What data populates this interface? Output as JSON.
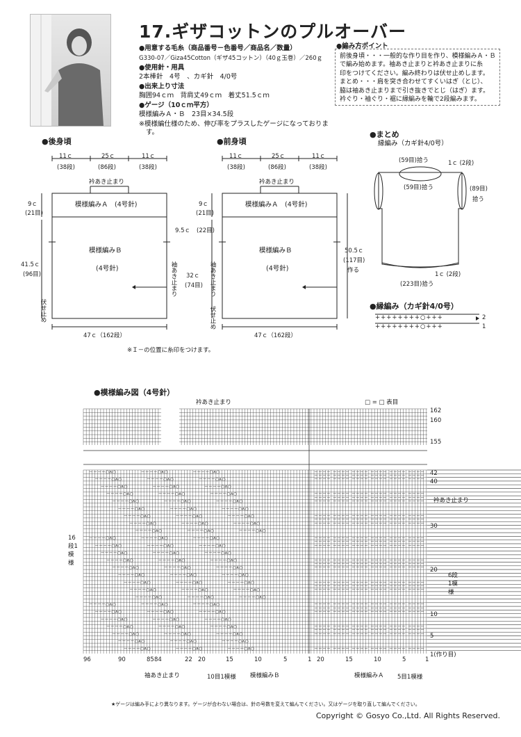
{
  "title": "17.ギザコットンのプルオーバー",
  "yarn": {
    "label": "●用意する毛糸（商品番号－色番号／商品名／数量）",
    "value": "G330-07／Giza45Cotton（ギザ45コットン）（40ｇ玉巻）／260ｇ"
  },
  "tools": {
    "label": "●使用針・用具",
    "value": "2本棒針　4号　、カギ針　4/0号"
  },
  "size": {
    "label": "●出来上り寸法",
    "value": "胸囲94ｃｍ　背肩丈49ｃｍ　着丈51.5ｃｍ"
  },
  "gauge": {
    "label": "●ゲージ（10ｃｍ平方）",
    "value": "模様編みＡ・Ｂ　23目×34.5段",
    "note1": "※模様編仕様のため、伸び率をプラスしたゲージになっておりま",
    "note2": "す。"
  },
  "points": {
    "label": "●編み方ポイント",
    "lines": [
      "前後身頃・・・一般的な作り目を作り、模様編みＡ・Ｂ",
      "で編み始めます。袖あき止まりと衿あき止まりに糸",
      "印をつけてください。編み終わりは伏せ止めします。",
      "まとめ・・・肩を突き合わせてすくいはぎ（とじ）、",
      "脇は袖あき止まりまで引き抜きでとじ（はぎ）ます。",
      "衿ぐり・袖ぐり・裾に縁編みを輪で2段編みます。"
    ]
  },
  "back": {
    "title": "●後身頃",
    "w1": "11ｃ",
    "w1s": "(38段)",
    "w2": "25ｃ",
    "w2s": "(86段)",
    "w3": "11ｃ",
    "w3s": "(38段)",
    "neck": "衿あき止まり",
    "patA": "模様編みＡ　(4号針)",
    "patB": "模様編みＢ",
    "patBn": "(4号針)",
    "h1": "9ｃ",
    "h1s": "(21目)",
    "h2": "41.5ｃ",
    "h2s": "(96目)",
    "bind": "伏せ止め",
    "bottom": "47ｃ（162段）"
  },
  "front": {
    "title": "●前身頃",
    "w1": "11ｃ",
    "w1s": "(38段)",
    "w2": "25ｃ",
    "w2s": "(86段)",
    "w3": "11ｃ",
    "w3s": "(38段)",
    "neck": "衿あき止まり",
    "patA": "模様編みＡ　(4号針)",
    "patB": "模様編みＢ",
    "patBn": "(4号針)",
    "h1": "9ｃ",
    "h1s": "(21目)",
    "h3": "9.5ｃ",
    "h3s": "(22目)",
    "h4": "32ｃ",
    "h4s": "(74目)",
    "sleeve": "袖あき止まり",
    "bind": "伏せ止め",
    "h5": "50.5ｃ",
    "h5s": "(117目)",
    "h5t": "作る",
    "bottom": "47ｃ（162段）"
  },
  "mark_note": "※Ｉ－の位置に糸印をつけます。",
  "finish": {
    "title": "●まとめ",
    "sub": "縁編み（カギ針4/0号）",
    "n1": "(59目)拾う",
    "n2": "(59目)拾う",
    "n3": "1ｃ (2段)",
    "n4": "(89目)",
    "n5": "拾う",
    "n6": "1ｃ (2段)",
    "n7": "(223目)拾う"
  },
  "edging": {
    "title": "●縁編み（カギ針4/0号）",
    "row2": "++++++++○+++",
    "row1": "++++++++○+++",
    "l2": "2",
    "l1": "1"
  },
  "chart": {
    "title": "●模様編み図（4号針）",
    "legend": "□ = □ 表目",
    "top_label": "衿あき止まり",
    "right_label": "衿あき止まり",
    "left_rep": "16段1模様",
    "right_rep": "6段1模様",
    "row_nums": [
      "162",
      "160",
      "155",
      "42",
      "40",
      "30",
      "20",
      "10",
      "5",
      "1(作り目)"
    ],
    "col_nums": [
      "96",
      "90",
      "85",
      "84",
      "22",
      "20",
      "15",
      "10",
      "5",
      "1",
      "20",
      "15",
      "10",
      "5",
      "1"
    ],
    "bottom_labels": [
      "袖あき止まり",
      "10目1模様",
      "模様編みＢ",
      "模様編みＡ",
      "5目1模様"
    ]
  },
  "footnote": "★ゲージは編み手により異なります。ゲージが合わない場合は、針の号数を変えて編んでください。又はゲージを取り直して編んでください。",
  "copyright": "Copyright © Gosyo Co.,Ltd. All Rights Reserved."
}
